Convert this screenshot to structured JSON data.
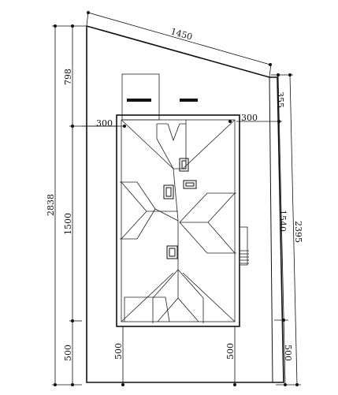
{
  "dimensions": {
    "top_edge": "1450",
    "left_upper": "798",
    "left_middle": "1500",
    "left_lower": "500",
    "left_total": "2838",
    "right_upper": "355",
    "right_middle": "1540",
    "right_lower": "500",
    "right_total": "2395",
    "offset_left": "300",
    "offset_right": "300",
    "bottom_left": "500",
    "bottom_right": "500"
  }
}
